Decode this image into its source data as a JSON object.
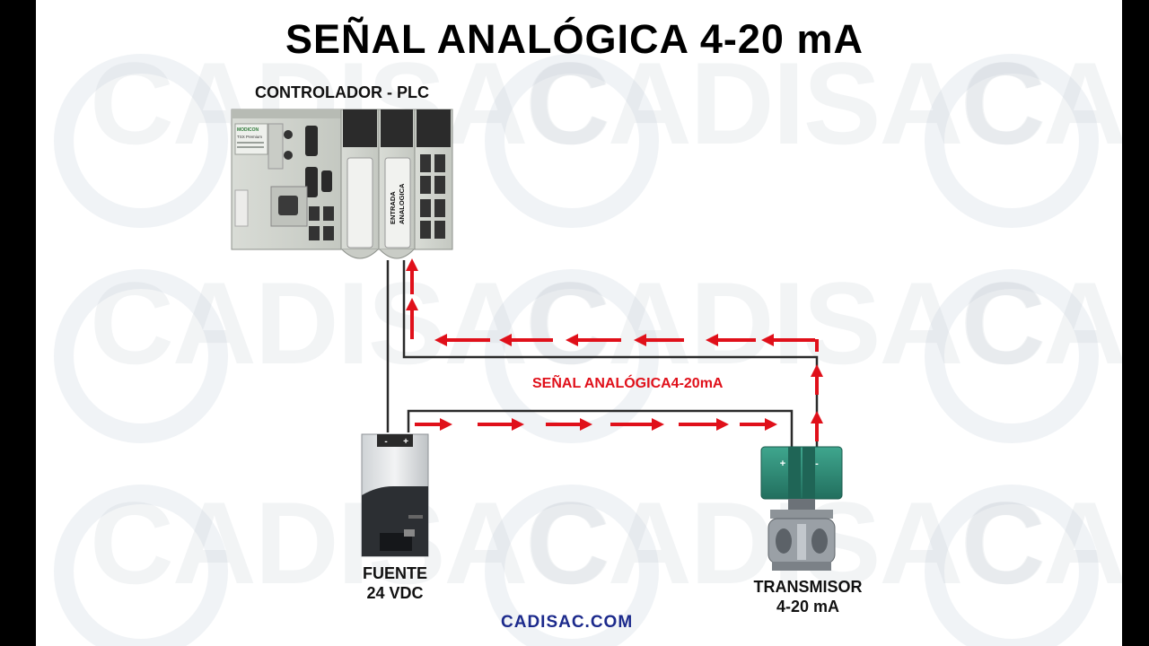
{
  "title": "SEÑAL ANALÓGICA 4-20 mA",
  "plc": {
    "label": "CONTROLADOR - PLC",
    "brand": "MODICON",
    "model": "TSX Premium",
    "module_label_1": "ENTRADA",
    "module_label_2": "ANALOGICA"
  },
  "signal_label": "SEÑAL ANALÓGICA4-20mA",
  "power_supply": {
    "label_line1": "FUENTE",
    "label_line2": "24 VDC",
    "minus": "-",
    "plus": "+"
  },
  "transmitter": {
    "label_line1": "TRANSMISOR",
    "label_line2": "4-20 mA",
    "plus": "+",
    "minus": "-"
  },
  "watermark": "CADISAC",
  "footer": "CADISAC.COM",
  "colors": {
    "arrow": "#e0101a",
    "wire": "#2a2a2a",
    "footer": "#1c2a8c",
    "transmitter_head": "#2e8f7a"
  }
}
